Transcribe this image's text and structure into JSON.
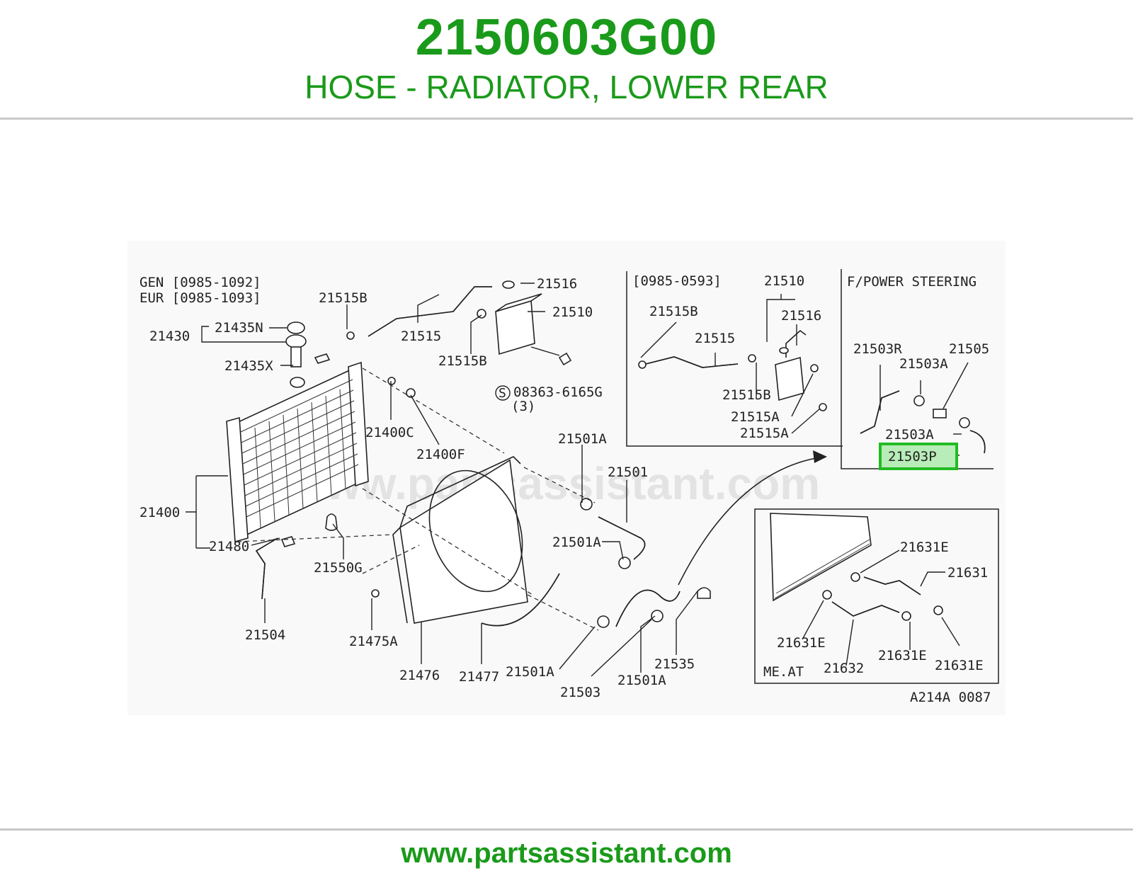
{
  "header": {
    "part_number": "2150603G00",
    "description": "HOSE - RADIATOR, LOWER REAR"
  },
  "footer": {
    "url": "www.partsassistant.com"
  },
  "diagram": {
    "watermark": "www.partsassistant.com",
    "drawing_code": "A214A 0087",
    "main": {
      "variant_gen": "GEN [0985-1092]",
      "variant_eur": "EUR [0985-1093]",
      "labels": {
        "l21515B": "21515B",
        "l21516": "21516",
        "l21510": "21510",
        "l21515": "21515",
        "l21515B_2": "21515B",
        "l21430": "21430",
        "l21435N": "21435N",
        "l21435X": "21435X",
        "l08363": "08363-6165G",
        "l08363_qty": "(3)",
        "l21400C": "21400C",
        "l21400F": "21400F",
        "l21400": "21400",
        "l21480": "21480",
        "l21550G": "21550G",
        "l21504": "21504",
        "l21475A": "21475A",
        "l21476": "21476",
        "l21477": "21477",
        "l21501A_1": "21501A",
        "l21501": "21501",
        "l21501A_2": "21501A",
        "l21501A_3": "21501A",
        "l21503": "21503",
        "l21501A_4": "21501A",
        "l21535": "21535"
      }
    },
    "inset_reservoir": {
      "title": "[0985-0593]",
      "labels": {
        "l21510": "21510",
        "l21516": "21516",
        "l21515B_a": "21515B",
        "l21515": "21515",
        "l21515B_b": "21515B",
        "l21515A_a": "21515A",
        "l21515A_b": "21515A"
      }
    },
    "inset_power_steering": {
      "title": "F/POWER STEERING",
      "labels": {
        "l21503R": "21503R",
        "l21505": "21505",
        "l21503A_a": "21503A",
        "l21503A_b": "21503A",
        "l21503P": "21503P"
      },
      "highlight_color": "#22bb22"
    },
    "inset_meat": {
      "title": "ME.AT",
      "labels": {
        "l21631E_a": "21631E",
        "l21631": "21631",
        "l21631E_b": "21631E",
        "l21632": "21632",
        "l21631E_c": "21631E",
        "l21631E_d": "21631E"
      }
    }
  },
  "colors": {
    "brand_green": "#1a9a1a",
    "highlight_green": "#22bb22"
  }
}
